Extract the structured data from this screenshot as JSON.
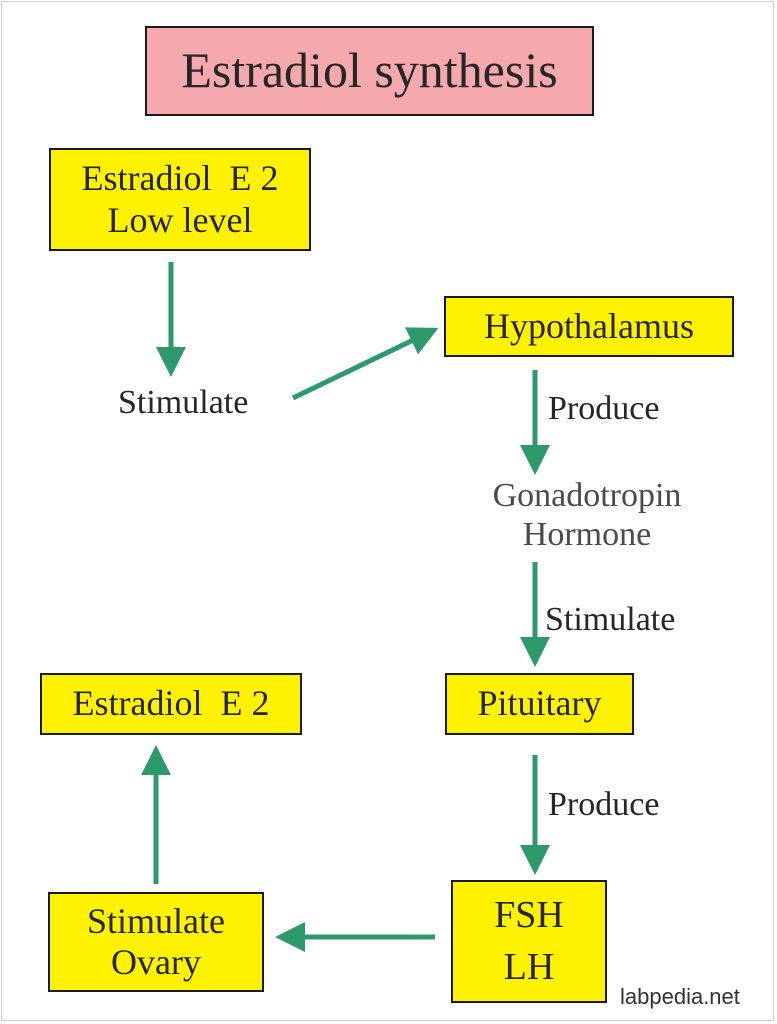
{
  "diagram": {
    "title": "Estradiol synthesis",
    "nodes": {
      "estradiol_low": {
        "lines": [
          "Estradiol  E 2",
          "Low level"
        ]
      },
      "hypothalamus": {
        "label": "Hypothalamus"
      },
      "pituitary": {
        "label": "Pituitary"
      },
      "fsh_lh": {
        "lines": [
          "FSH",
          "LH"
        ]
      },
      "stimulate_ovary": {
        "lines": [
          "Stimulate",
          "Ovary"
        ]
      },
      "estradiol_e2": {
        "label": "Estradiol  E 2"
      }
    },
    "labels": {
      "stimulate_1": "Stimulate",
      "produce_1": "Produce",
      "gonadotropin": [
        "Gonadotropin",
        "Hormone"
      ],
      "stimulate_2": "Stimulate",
      "produce_2": "Produce"
    },
    "edges": [
      {
        "from": "estradiol_low",
        "to": "stimulate_1"
      },
      {
        "from": "stimulate_1",
        "to": "hypothalamus"
      },
      {
        "from": "hypothalamus",
        "to": "gonadotropin",
        "label": "produce_1"
      },
      {
        "from": "gonadotropin",
        "to": "pituitary",
        "label": "stimulate_2"
      },
      {
        "from": "pituitary",
        "to": "fsh_lh",
        "label": "produce_2"
      },
      {
        "from": "fsh_lh",
        "to": "stimulate_ovary"
      },
      {
        "from": "stimulate_ovary",
        "to": "estradiol_e2"
      }
    ]
  },
  "colors": {
    "title_fill": "#f6a9ad",
    "node_fill": "#fff200",
    "arrow": "#2e9a6b",
    "text": "#262626"
  },
  "watermark": "labpedia.net"
}
